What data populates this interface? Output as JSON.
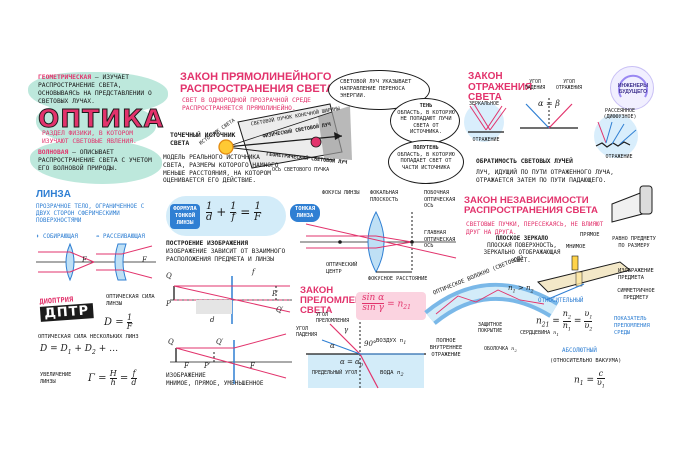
{
  "title": "ОПТИКА",
  "logo_text": "ИНЖЕНЕРЫ БУДУЩЕГО",
  "definitions": {
    "geometric_term": "ГЕОМЕТРИЧЕСКАЯ",
    "geometric_text": "– ИЗУЧАЕТ РАСПРОСТРАНЕНИЕ СВЕТА, ОСНОВЫВАЯСЬ НА ПРЕДСТАВЛЕНИИ О СВЕТОВЫХ ЛУЧАХ.",
    "optics_def": "РАЗДЕЛ ФИЗИКИ, В КОТОРОМ ИЗУЧАЮТ СВЕТОВЫЕ ЯВЛЕНИЯ.",
    "wave_term": "ВОЛНОВАЯ",
    "wave_text": "– ОПИСЫВАЕТ РАСПРОСТРАНЕНИЕ СВЕТА С УЧЕТОМ ЕГО ВОЛНОВОЙ ПРИРОДЫ."
  },
  "rectilinear": {
    "heading": "ЗАКОН ПРЯМОЛИНЕЙНОГО РАСПРОСТРАНЕНИЯ СВЕТА",
    "subtitle": "СВЕТ В ОДНОРОДНОЙ ПРОЗРАЧНОЙ СРЕДЕ РАСПРОСТРАНЯЕТСЯ ПРЯМОЛИНЕЙНО.",
    "ray_bubble": "СВЕТОВОЙ ЛУЧ УКАЗЫВАЕТ НАПРАВЛЕНИЕ ПЕРЕНОСА ЭНЕРГИИ.",
    "shadow_title": "ТЕНЬ",
    "shadow_text": "ОБЛАСТЬ, В КОТОРУЮ НЕ ПОПАДАЮТ ЛУЧИ СВЕТА ОТ ИСТОЧНИКА.",
    "penumbra_title": "ПОЛУТЕНЬ",
    "penumbra_text": "ОБЛАСТЬ, В КОТОРУЮ ПОПАДАЕТ СВЕТ ОТ ЧАСТИ ИСТОЧНИКА",
    "source_label": "ИСТОЧНИК СВЕТА",
    "beam_label": "СВЕТОВОЙ ПУЧОК КОНЕЧНОЙ ШИРИНЫ",
    "physical_ray": "ФИЗИЧЕСКИЙ СВЕТОВОЙ ЛУЧ",
    "geometric_ray": "ГЕОМЕТРИЧЕСКИЙ СВЕТОВОЙ ЛУЧ",
    "beam_axis": "ОСЬ СВЕТОВОГО ПУЧКА",
    "point_title": "ТОЧЕЧНЫЙ ИСТОЧНИК СВЕТА",
    "point_text": "МОДЕЛЬ РЕАЛЬНОГО ИСТОЧНИКА СВЕТА, РАЗМЕРЫ КОТОРОГО НАМНОГО МЕНЬШЕ РАССТОЯНИЯ, НА КОТОРОМ ОЦЕНИВАЕТСЯ ЕГО ДЕЙСТВИЕ."
  },
  "lens": {
    "heading": "ЛИНЗА",
    "definition": "ПРОЗРАЧНОЕ ТЕЛО, ОГРАНИЧЕННОЕ С ДВУХ СТОРОН СФЕРИЧЕСКИМИ ПОВЕРХНОСТЯМИ",
    "converging": "СОБИРАЮЩАЯ",
    "diverging": "РАССЕИВАЮЩАЯ",
    "diopter": "ДИОПТРИЯ",
    "power_label": "ОПТИЧЕСКАЯ СИЛА ЛИНЗЫ",
    "system_power": "ОПТИЧЕСКАЯ СИЛА НЕСКОЛЬКИХ ЛИНЗ",
    "magnification": "УВЕЛИЧЕНИЕ ЛИНЗЫ",
    "thin_formula_label": "ФОРМУЛА ТОНКОЙ ЛИНЗЫ",
    "imaging_title": "ПОСТРОЕНИЕ ИЗОБРАЖЕНИЯ",
    "imaging_text": "ИЗОБРАЖЕНИЕ ЗАВИСИТ ОТ ВЗАИМНОГО РАСПОЛОЖЕНИЯ ПРЕДМЕТА И ЛИНЗЫ",
    "image_note_title": "ИЗОБРАЖЕНИЕ",
    "image_note": "МНИМОЕ, ПРЯМОЕ, УМЕНЬШЕННОЕ",
    "thin_lens_badge": "ТОНКАЯ ЛИНЗА",
    "foci": "ФОКУСЫ ЛИНЗЫ",
    "focal_plane": "ФОКАЛЬНАЯ ПЛОСКОСТЬ",
    "secondary_axis": "ПОБОЧНАЯ ОПТИЧЕСКАЯ ОСЬ",
    "main_axis": "ГЛАВНАЯ ОПТИЧЕСКАЯ ОСЬ",
    "optical_center": "ОПТИЧЕСКИЙ ЦЕНТР",
    "focal_distance": "ФОКУСНОЕ РАССТОЯНИЕ"
  },
  "reflection": {
    "heading": "ЗАКОН ОТРАЖЕНИЯ СВЕТА",
    "mirror": "ЗЕРКАЛЬНОЕ",
    "mirror_sub": "ОТРАЖЕНИЕ",
    "incidence": "УГОЛ ПАДЕНИЯ",
    "reflection_angle": "УГОЛ ОТРАЖЕНИЯ",
    "diffuse": "РАССЕЯННОЕ (ДИФФУЗНОЕ)",
    "diffuse_sub": "ОТРАЖЕНИЕ",
    "reversibility_title": "ОБРАТИМОСТЬ СВЕТОВЫХ ЛУЧЕЙ",
    "reversibility_text": "ЛУЧ, ИДУЩИЙ ПО ПУТИ ОТРАЖЕННОГО ЛУЧА, ОТРАЖАЕТСЯ ЗАТЕМ ПО ПУТИ ПАДАЮЩЕГО."
  },
  "independence": {
    "heading": "ЗАКОН НЕЗАВИСИМОСТИ РАСПРОСТРАНЕНИЯ СВЕТА",
    "text": "СВЕТОВЫЕ ПУЧКИ, ПЕРЕСЕКАЯСЬ, НЕ ВЛИЯЮТ ДРУГ НА ДРУГА."
  },
  "plane_mirror": {
    "title": "ПЛОСКОЕ ЗЕРКАЛО",
    "text": "ПЛОСКАЯ ПОВЕРХНОСТЬ, ЗЕРКАЛЬНО ОТОБРАЖАЮЩАЯ СВЕТ.",
    "direct": "ПРЯМОЕ",
    "virtual": "МНИМОЕ",
    "equal": "РАВНО ПРЕДМЕТУ ПО РАЗМЕРУ",
    "image_label": "ИЗОБРАЖЕНИЕ ПРЕДМЕТА",
    "symmetric": "СИММЕТРИЧНОЕ ПРЕДМЕТУ"
  },
  "refraction": {
    "heading": "ЗАКОН ПРЕЛОМЛЕНИЯ СВЕТА",
    "refraction_angle": "УГОЛ ПРЕЛОМЛЕНИЯ",
    "incidence_angle": "УГОЛ ПАДЕНИЯ",
    "limit_angle": "ПРЕДЕЛЬНЫЙ УГОЛ",
    "air": "ВОЗДУХ",
    "water": "ВОДА",
    "tir": "ПОЛНОЕ ВНУТРЕННЕЕ ОТРАЖЕНИЕ",
    "fiber": "ОПТИЧЕСКОЕ ВОЛОКНО (СВЕТОВОД)",
    "coating": "ЗАЩИТНОЕ ПОКРЫТИЕ",
    "core": "СЕРДЦЕВИНА",
    "cladding": "ОБОЛОЧКА",
    "relative": "ОТНОСИТЕЛЬНЫЙ",
    "indicator": "ПОКАЗАТЕЛЬ ПРЕЛОМЛЕНИЯ СРЕДЫ",
    "absolute": "АБСОЛЮТНЫЙ",
    "absolute_note": "(ОТНОСИТЕЛЬНО ВАКУУМА)"
  },
  "colors": {
    "accent": "#e2336c",
    "mint": "#bde8dc",
    "blue": "#2f7fd3",
    "pink_fill": "#fbd3e0"
  }
}
